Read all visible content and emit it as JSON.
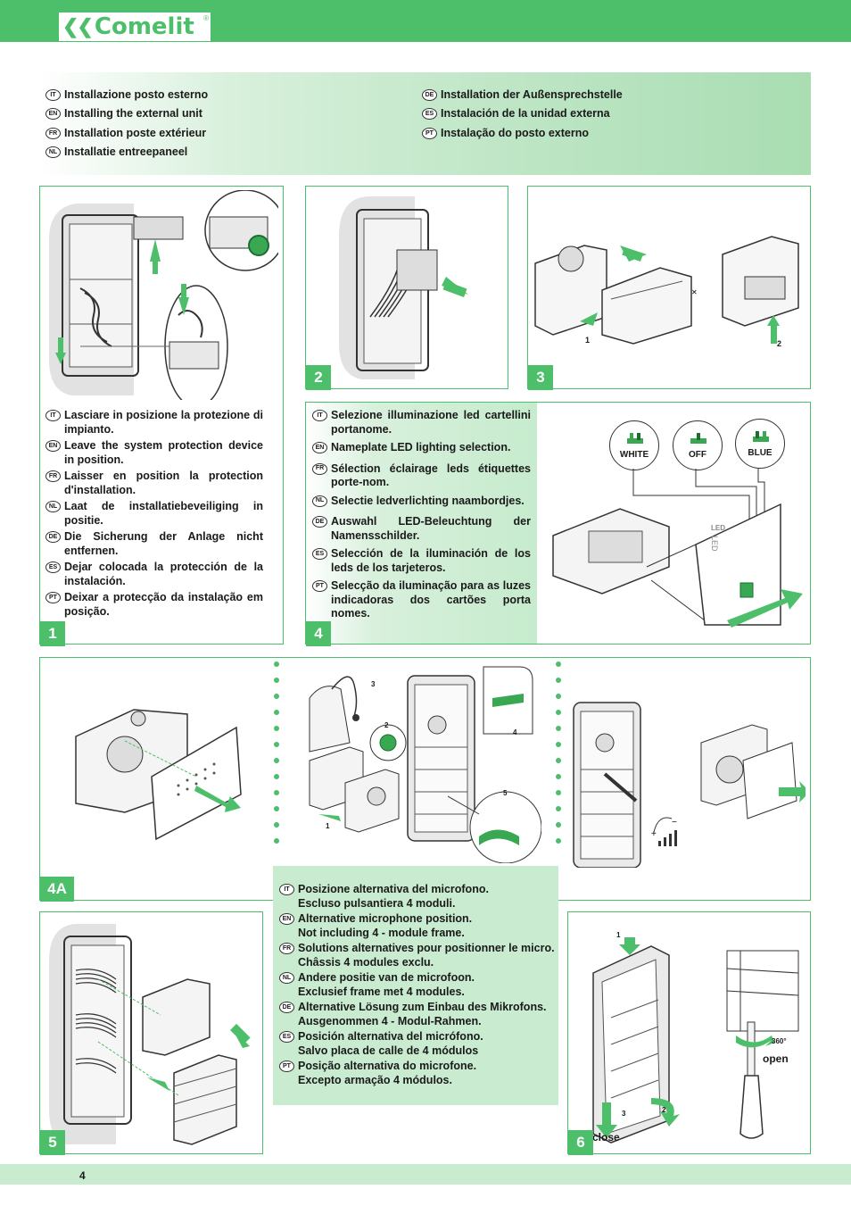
{
  "brand": {
    "logo": "Comelit",
    "reg": "®"
  },
  "colors": {
    "accent": "#4dbf6a",
    "light": "#c9ecd0"
  },
  "title": {
    "left": [
      {
        "lang": "IT",
        "text": "Installazione posto esterno"
      },
      {
        "lang": "EN",
        "text": "Installing the external unit"
      },
      {
        "lang": "FR",
        "text": "Installation poste extérieur"
      },
      {
        "lang": "NL",
        "text": "Installatie entreepaneel"
      }
    ],
    "right": [
      {
        "lang": "DE",
        "text": "Installation der Außensprechstelle"
      },
      {
        "lang": "ES",
        "text": "Instalación de la unidad externa"
      },
      {
        "lang": "PT",
        "text": "Instalação do posto externo"
      }
    ]
  },
  "step1": {
    "number": "1",
    "items": [
      {
        "lang": "IT",
        "text": "Lasciare in posizione la protezione di impianto."
      },
      {
        "lang": "EN",
        "text": "Leave the system protection device in position."
      },
      {
        "lang": "FR",
        "text": "Laisser en position la protection d'installation."
      },
      {
        "lang": "NL",
        "text": "Laat de installatiebeveiliging in positie."
      },
      {
        "lang": "DE",
        "text": "Die Sicherung der Anlage nicht entfernen."
      },
      {
        "lang": "ES",
        "text": "Dejar colocada la protección de la instalación."
      },
      {
        "lang": "PT",
        "text": "Deixar a protecção da instalação em posição."
      }
    ]
  },
  "step2": {
    "number": "2"
  },
  "step3": {
    "number": "3",
    "label1": "1",
    "label2": "2"
  },
  "step4": {
    "number": "4",
    "items": [
      {
        "lang": "IT",
        "text": "Selezione illuminazione led cartellini portanome."
      },
      {
        "lang": "EN",
        "text": "Nameplate LED lighting selection."
      },
      {
        "lang": "FR",
        "text": "Sélection éclairage leds étiquettes porte-nom."
      },
      {
        "lang": "NL",
        "text": "Selectie ledverlichting naambordjes."
      },
      {
        "lang": "DE",
        "text": "Auswahl LED-Beleuchtung der Namensschilder."
      },
      {
        "lang": "ES",
        "text": "Selección de la iluminación de los leds de los tarjeteros."
      },
      {
        "lang": "PT",
        "text": "Selecção da iluminação para as luzes indicadoras dos cartões porta nomes."
      }
    ],
    "options": [
      "WHITE",
      "OFF",
      "BLUE"
    ],
    "led_label": "LED"
  },
  "step4a": {
    "number": "4A",
    "labels": [
      "3",
      "2",
      "4",
      "1",
      "5"
    ],
    "items": [
      {
        "lang": "IT",
        "line1": "Posizione alternativa del microfono.",
        "line2": "Escluso pulsantiera 4 moduli."
      },
      {
        "lang": "EN",
        "line1": "Alternative microphone position.",
        "line2": "Not including 4 - module frame."
      },
      {
        "lang": "FR",
        "line1": "Solutions alternatives pour positionner le micro.",
        "line2": "Châssis 4 modules exclu."
      },
      {
        "lang": "NL",
        "line1": "Andere positie van de microfoon.",
        "line2": "Exclusief frame met 4 modules."
      },
      {
        "lang": "DE",
        "line1": "Alternative Lösung zum Einbau des Mikrofons.",
        "line2": "Ausgenommen 4 - Modul-Rahmen."
      },
      {
        "lang": "ES",
        "line1": "Posición alternativa del micrófono.",
        "line2": "Salvo placa de calle de 4 módulos"
      },
      {
        "lang": "PT",
        "line1": "Posição alternativa do microfone.",
        "line2": "Excepto armação 4 módulos."
      }
    ]
  },
  "step5": {
    "number": "5"
  },
  "step6": {
    "number": "6",
    "label1": "1",
    "label2": "2",
    "label3": "3",
    "close": "close",
    "open": "open",
    "degrees": "360°"
  },
  "footer": {
    "page": "4"
  }
}
